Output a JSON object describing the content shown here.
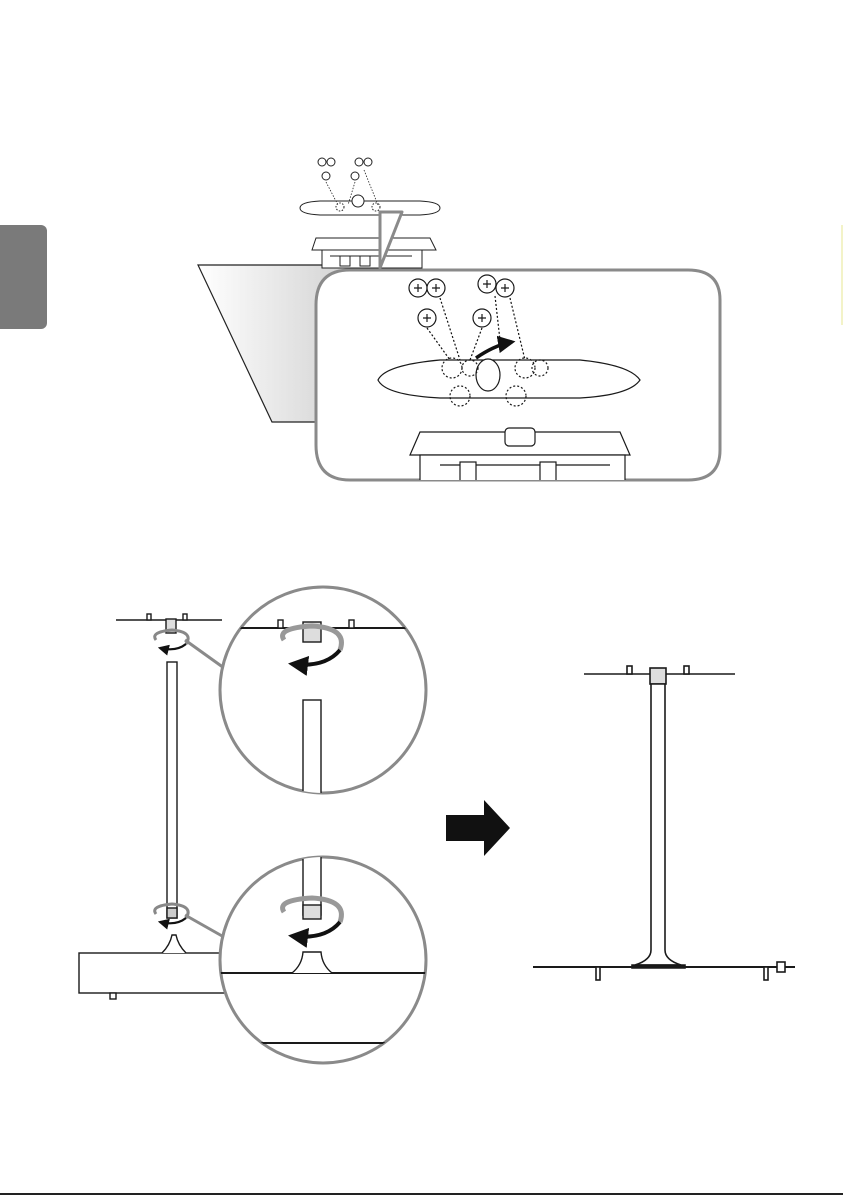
{
  "document": {
    "type": "assembly-instructions",
    "figures": [
      {
        "id": "step-a",
        "description_icons": [
          "screw-icon",
          "stand-base-icon",
          "tv-bracket-icon"
        ]
      },
      {
        "id": "step-b",
        "description_icons": [
          "stand-column-icon",
          "rotate-arrow-icon",
          "right-arrow-icon"
        ]
      }
    ]
  },
  "colors": {
    "line": "#1a1a1a",
    "callout-border": "#8a8a8a",
    "tab": "#7a7a7a",
    "panel-gradient-dark": "#c9c9c9"
  }
}
